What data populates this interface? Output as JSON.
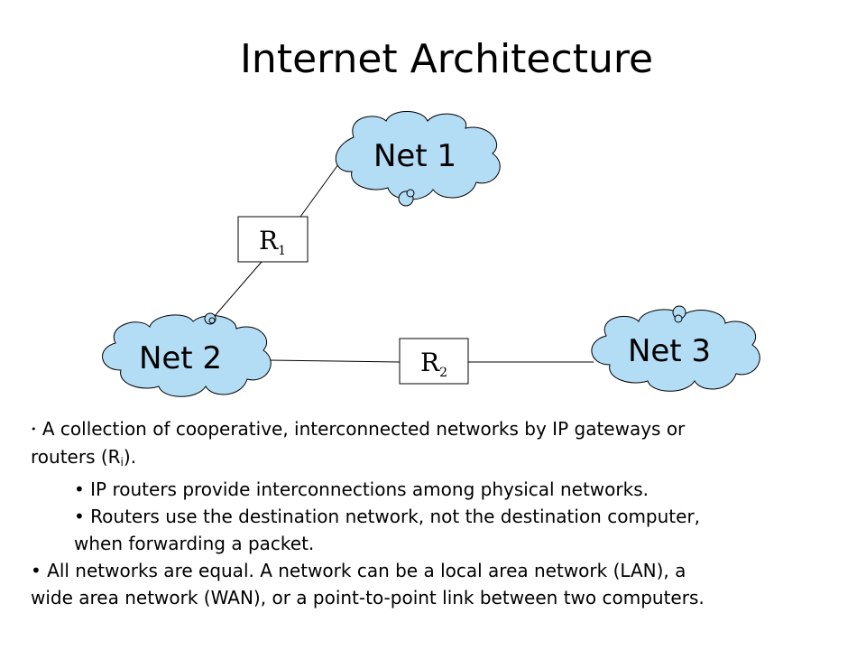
{
  "title": "Internet Architecture",
  "diagram": {
    "clouds": [
      {
        "id": "net1",
        "label": "Net 1"
      },
      {
        "id": "net2",
        "label": "Net 2"
      },
      {
        "id": "net3",
        "label": "Net 3"
      }
    ],
    "routers": [
      {
        "id": "r1",
        "letter": "R",
        "subscript": "1"
      },
      {
        "id": "r2",
        "letter": "R",
        "subscript": "2"
      }
    ],
    "colors": {
      "cloud_fill": "#b3dcf5",
      "outline": "#000000",
      "router_fill": "#ffffff"
    }
  },
  "bullets": {
    "b1_line1": "A collection of cooperative, interconnected networks by IP gateways or",
    "b1_line2_pre": "routers (R",
    "b1_sub": "i",
    "b1_line2_post": ").",
    "b2": "IP routers provide interconnections among physical networks.",
    "b3_line1": "Routers use the destination network, not the destination computer,",
    "b3_line2": "when forwarding a packet.",
    "b4_line1": "All networks are equal. A network can be a local area network (LAN), a",
    "b4_line2": "wide area network (WAN), or a point-to-point link between two computers."
  }
}
